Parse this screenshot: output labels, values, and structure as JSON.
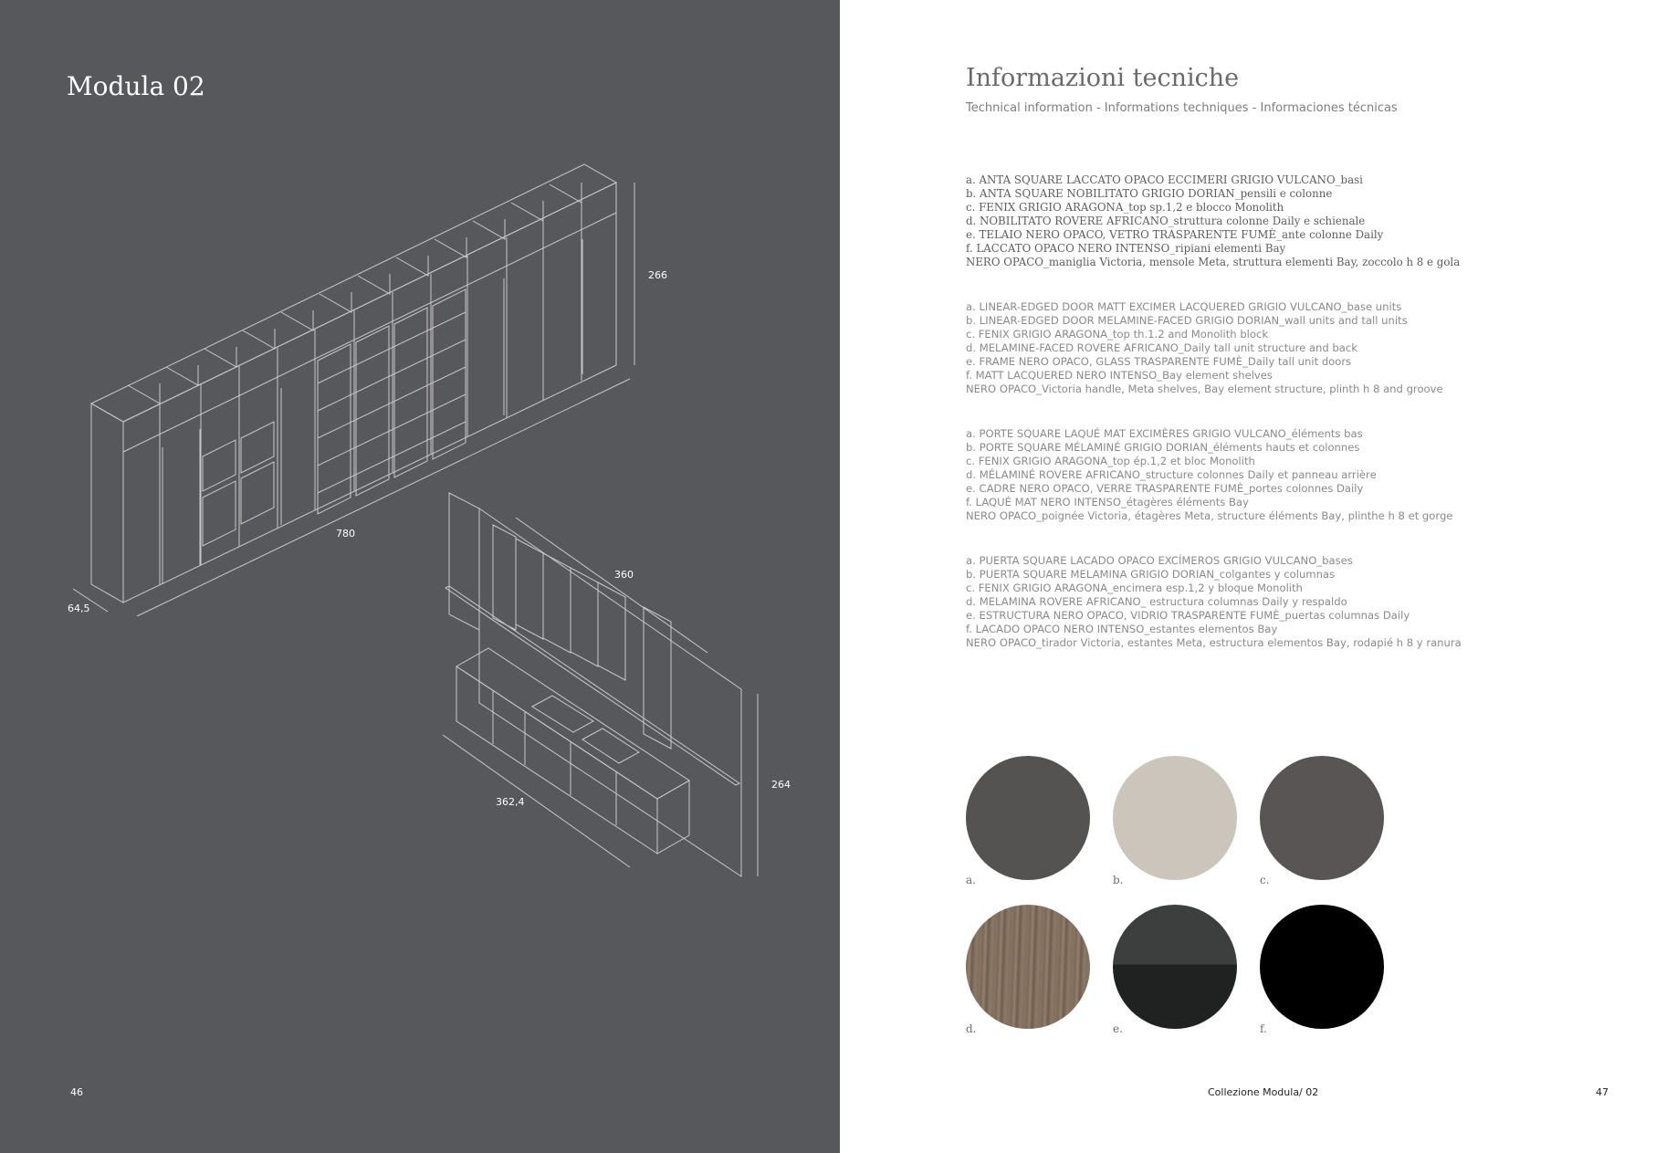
{
  "left": {
    "title": "Modula 02",
    "dimensions": {
      "width_main": "780",
      "depth_main": "64,5",
      "height_main": "266",
      "width_island": "360",
      "depth_island": "362,4",
      "height_island": "264"
    },
    "page_number": "46"
  },
  "right": {
    "title": "Informazioni tecniche",
    "subtitle": "Technical information - Informations techniques - Informaciones técnicas",
    "specs": [
      [
        "a. ANTA SQUARE LACCATO OPACO ECCIMERI GRIGIO VULCANO_basi",
        "b. ANTA SQUARE NOBILITATO GRIGIO DORIAN_pensili e colonne",
        "c. FENIX GRIGIO ARAGONA_top sp.1,2 e blocco Monolith",
        "d. NOBILITATO ROVERE AFRICANO_struttura colonne Daily e schienale",
        "e. TELAIO NERO OPACO, VETRO TRASPARENTE FUMÈ_ante colonne Daily",
        "f. LACCATO OPACO NERO INTENSO_ripiani elementi Bay",
        "NERO OPACO_maniglia Victoria, mensole Meta, struttura elementi Bay, zoccolo h 8 e gola"
      ],
      [
        "a. LINEAR-EDGED DOOR MATT EXCIMER LACQUERED GRIGIO VULCANO_base units",
        "b. LINEAR-EDGED DOOR MELAMINE-FACED GRIGIO DORIAN_wall units and tall units",
        "c. FENIX GRIGIO ARAGONA_top th.1.2 and Monolith block",
        "d. MELAMINE-FACED ROVERE AFRICANO_Daily tall unit structure and back",
        "e. FRAME NERO OPACO, GLASS TRASPARENTE FUMÈ_Daily tall unit doors",
        "f. MATT LACQUERED NERO INTENSO_Bay element shelves",
        "NERO OPACO_Victoria handle, Meta shelves, Bay element structure, plinth h 8 and groove"
      ],
      [
        "a. PORTE SQUARE LAQUÉ MAT EXCIMÈRES GRIGIO VULCANO_éléments bas",
        "b. PORTE SQUARE MÉLAMINÉ GRIGIO DORIAN_éléments hauts et colonnes",
        "c. FENIX GRIGIO ARAGONA_top ép.1,2 et bloc Monolith",
        "d. MÉLAMINÉ ROVERE AFRICANO_structure colonnes Daily et panneau arrière",
        "e. CADRE NERO OPACO, VERRE TRASPARENTE FUMÈ_portes colonnes Daily",
        "f. LAQUÉ MAT NERO INTENSO_étagères éléments Bay",
        "NERO OPACO_poignée Victoria, étagères Meta, structure éléments Bay, plinthe h 8 et gorge"
      ],
      [
        "a. PUERTA SQUARE LACADO OPACO EXCÍMEROS GRIGIO VULCANO_bases",
        "b. PUERTA SQUARE MELAMINA GRIGIO DORIAN_colgantes y columnas",
        "c. FENIX GRIGIO ARAGONA_encimera esp.1,2 y bloque Monolith",
        "d. MELAMINA ROVERE AFRICANO_ estructura columnas Daily y respaldo",
        "e. ESTRUCTURA NERO OPACO, VIDRIO TRASPARENTE FUMÈ_puertas columnas Daily",
        "f. LACADO OPACO NERO INTENSO_estantes elementos Bay",
        "NERO OPACO_tirador Victoria, estantes Meta, estructura elementos Bay, rodapié h 8 y ranura"
      ]
    ],
    "swatches": [
      {
        "label": "a.",
        "color": "#555252"
      },
      {
        "label": "b.",
        "color": "#cbc5bb"
      },
      {
        "label": "c.",
        "color": "#595555"
      },
      {
        "label": "d.",
        "color": "#857262"
      },
      {
        "label": "e.",
        "color": "#2e3130"
      },
      {
        "label": "f.",
        "color": "#000000"
      }
    ],
    "footer": "Collezione Modula/ 02",
    "page_number": "47"
  }
}
